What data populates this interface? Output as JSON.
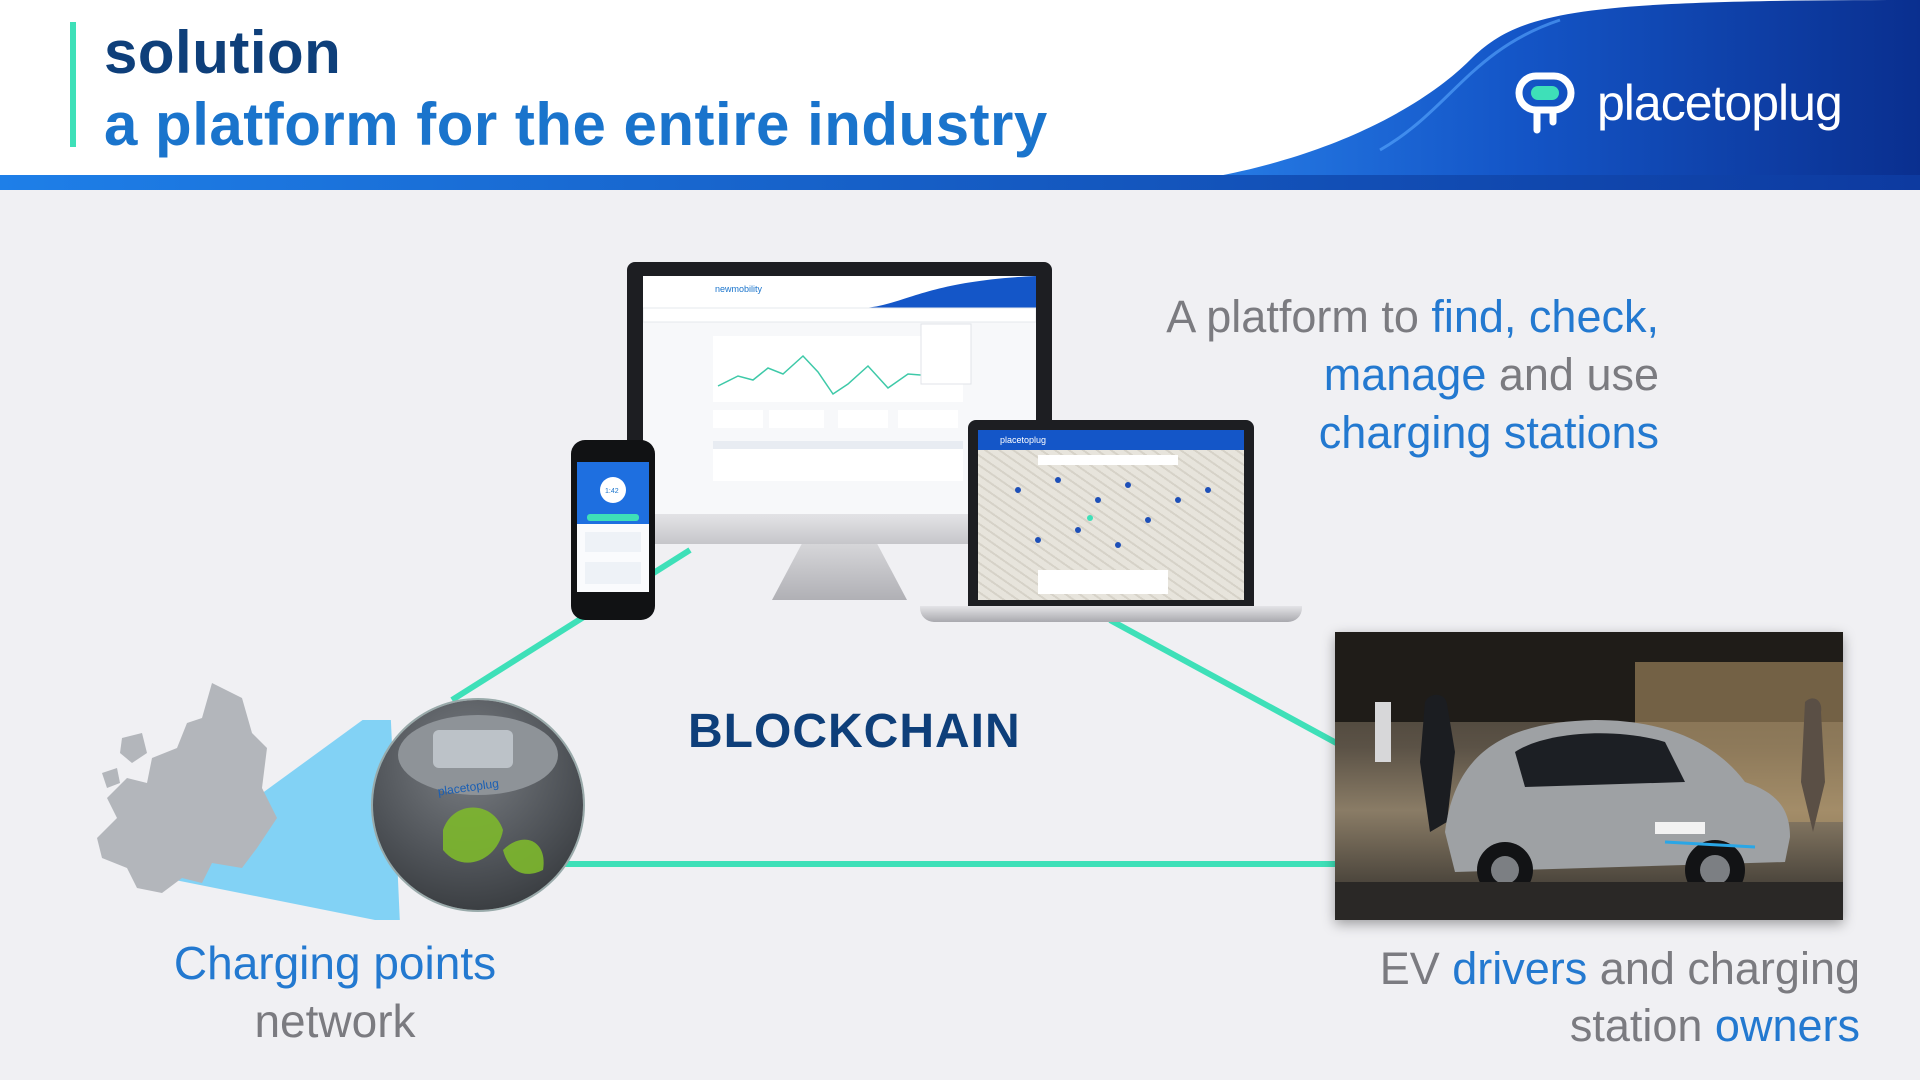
{
  "header": {
    "title_line1": "solution",
    "title_line2": "a platform for the entire industry",
    "logo": {
      "word_part1": "placeto",
      "word_part2": "plug",
      "icon": "placetoplug-logo-icon"
    }
  },
  "tagline": {
    "part1": "A platform to ",
    "part2": "find, check,",
    "part3": "manage",
    "part4": " and use",
    "part5": "charging stations"
  },
  "center_label": "BLOCKCHAIN",
  "charging_points": {
    "line1": "Charging points",
    "line2": "network"
  },
  "ev_drivers": {
    "part1": "EV ",
    "part2": "drivers",
    "part3": " and charging",
    "part4": "station ",
    "part5": "owners"
  },
  "devices": {
    "monitor_brand": "newmobility",
    "laptop_brand": "placetoplug",
    "phone_time": "1:42"
  },
  "colors": {
    "navy": "#0e3f7a",
    "blue": "#2379d0",
    "gray": "#7b7b80",
    "teal": "#3ee0b8",
    "header_gradient_dark": "#0a2f8f",
    "header_gradient_light": "#1a74e0"
  }
}
